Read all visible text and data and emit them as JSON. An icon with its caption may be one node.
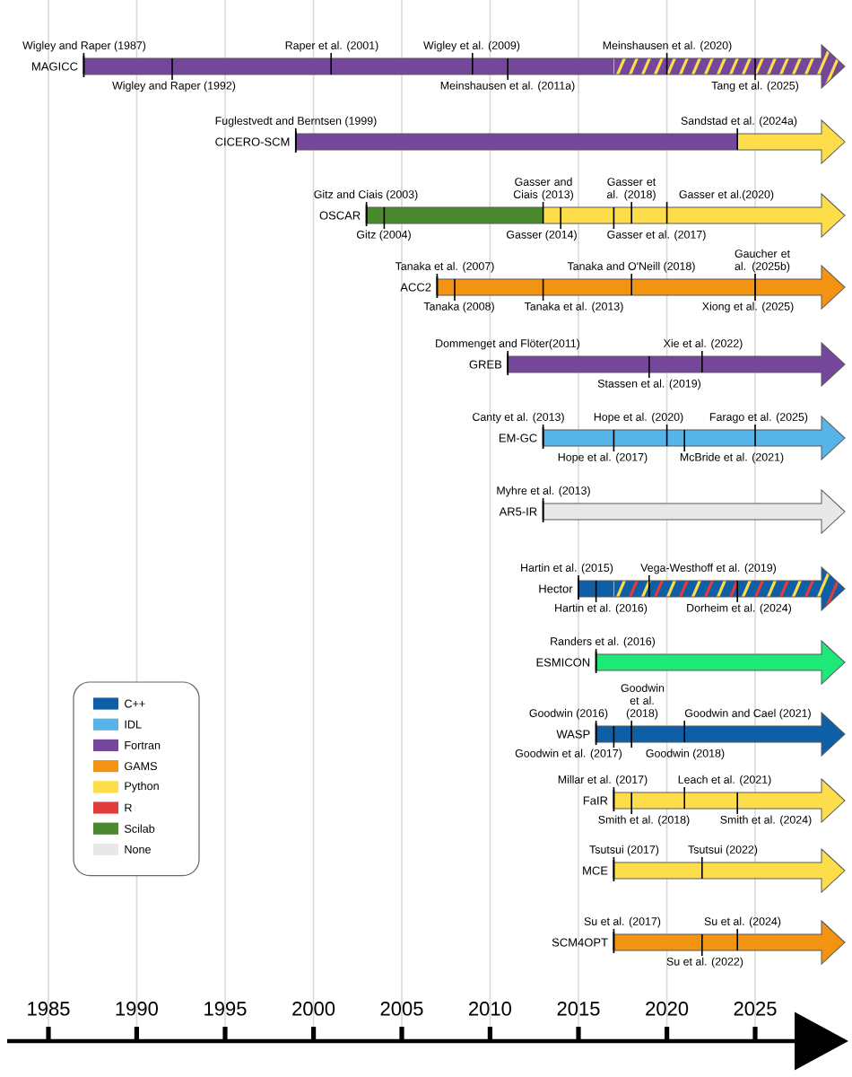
{
  "diagram": {
    "nodes": [
      {
        "text": [
          "Wigley and Raper (1987)",
          "Raper et al. (2001)",
          "Wigley et al. (2009)",
          "Meinshausen et al. (2020)",
          "MAGICC",
          "Wigley and Raper (1992)",
          "Meinshausen et al. (2011a)",
          "Tang et al. (2025)"
        ]
      },
      {
        "text": [
          "Fuglestvedt and Berntsen (1999)",
          "Sandstad et al. (2024a)",
          "CICERO-SCM"
        ]
      },
      {
        "text": [
          "Gitz and Ciais (2003)",
          "Gasser and Ciais (2013)",
          "Gasser et al. (2018)",
          "Gasser et al.(2020)",
          "OSCAR",
          "Gitz (2004)",
          "Gasser (2014)",
          "Gasser et al. (2017)"
        ]
      },
      {
        "text": [
          "Tanaka et al. (2007)",
          "Tanaka and O'Neill (2018)",
          "Gaucher et al. (2025b)",
          "ACC2",
          "Tanaka (2008)",
          "Tanaka et al. (2013)",
          "Xiong et al. (2025)"
        ]
      },
      {
        "text": [
          "Dommenget and Flöter(2011)",
          "Xie et al. (2022)",
          "GREB",
          "Stassen et al. (2019)"
        ]
      },
      {
        "text": [
          "Canty et al. (2013)",
          "Hope et al. (2020)",
          "Farago et al. (2025)",
          "EM-GC",
          "Hope et al. (2017)",
          "McBride et al. (2021)"
        ]
      },
      {
        "text": [
          "Myhre et al. (2013)",
          "AR5-IR"
        ]
      },
      {
        "text": [
          "Hartin et al. (2015)",
          "Vega-Westhoff et al. (2019)",
          "Hector",
          "Hartin et al. (2016)",
          "Dorheim et al. (2024)"
        ]
      },
      {
        "text": [
          "Randers et al. (2016)",
          "ESMICON"
        ]
      },
      {
        "text": [
          "Goodwin (2016)",
          "Goodwin et al. (2018)",
          "Goodwin and Cael (2021)",
          "WASP",
          "Goodwin et al. (2017)",
          "Goodwin (2018)"
        ]
      },
      {
        "text": [
          "Millar et al. (2017)",
          "Leach et al. (2021)",
          "FaIR",
          "Smith et al. (2018)",
          "Smith et al. (2024)"
        ]
      },
      {
        "text": [
          "Tsutsui (2017)",
          "Tsutsui (2022)",
          "MCE"
        ]
      },
      {
        "text": [
          "Su et al. (2017)",
          "Su et al. (2024)",
          "SCM4OPT",
          "Su et al. (2022)"
        ]
      }
    ],
    "labels": [
      "1985",
      "1990",
      "1995",
      "2000",
      "2005",
      "2010",
      "2015",
      "2020",
      "2025"
    ],
    "legend": [
      {
        "text": "C++",
        "color": "#0f5fa6"
      },
      {
        "text": "IDL",
        "color": "#56b4e9"
      },
      {
        "text": "Fortran",
        "color": "#74479a"
      },
      {
        "text": "GAMS",
        "color": "#f39312"
      },
      {
        "text": "Python",
        "color": "#fedd4a"
      },
      {
        "text": "R",
        "color": "#e03c3c"
      },
      {
        "text": "Scilab",
        "color": "#4a8a2f"
      },
      {
        "text": "None",
        "color": "#e8e8e8"
      }
    ]
  }
}
